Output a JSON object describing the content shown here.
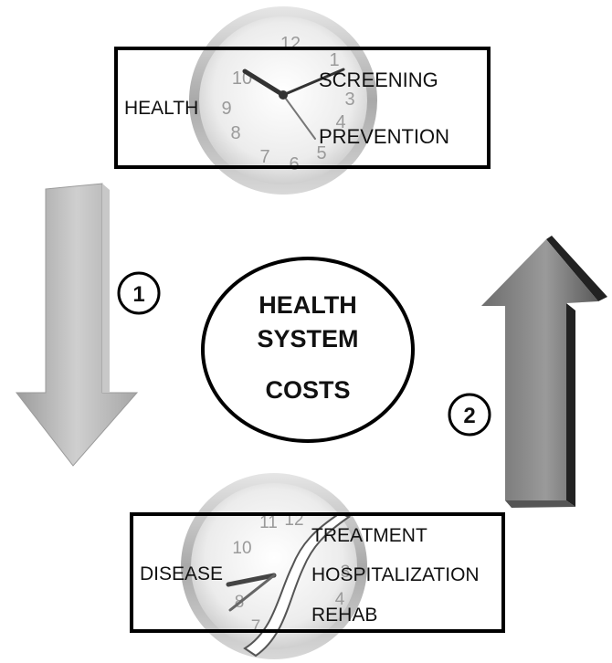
{
  "top_box": {
    "left_label": "HEALTH",
    "right_labels": [
      "SCREENING",
      "PREVENTION"
    ]
  },
  "center_circle": {
    "lines": [
      "HEALTH",
      "SYSTEM",
      "COSTS"
    ]
  },
  "step_markers": {
    "down": "1",
    "up": "2"
  },
  "bottom_box": {
    "left_label": "DISEASE",
    "right_labels": [
      "TREATMENT",
      "HOSPITALIZATION",
      "REHAB"
    ]
  },
  "colors": {
    "frame": "#000000",
    "down_arrow": "#b4b4b4",
    "up_arrow": "#7a7a7a",
    "clock_face": "#f2f2f2",
    "clock_rim": "#c8c8c8"
  },
  "icons": [
    "clock-icon",
    "torn-clock-icon",
    "down-arrow-icon",
    "up-arrow-icon"
  ]
}
